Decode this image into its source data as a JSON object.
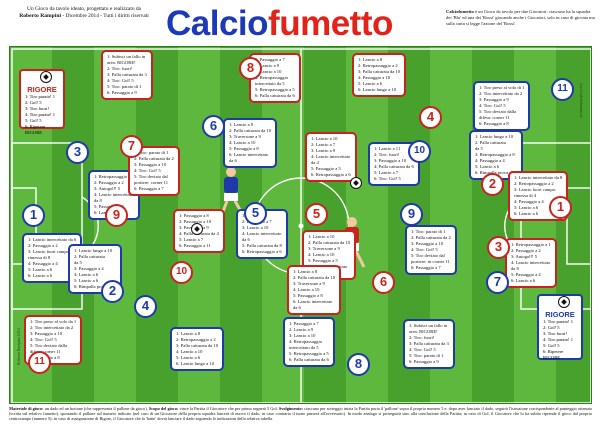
{
  "header": {
    "credit": [
      "Un Gioco da tavolo ideato, progettato e realizzato da",
      "Roberto Rampini",
      " - Dicembre 2014 - Tutti i diritti riservati"
    ],
    "logo_a": "Calcio",
    "logo_b": "fumetto",
    "desc": [
      "Calciofumetto",
      " è un Gioco da tavolo per due Giocatori: ciascuno ha la squadra dei 'Blu' ",
      "ed una dei 'Rossi' giocando anche i Giocatori, solo in caso di giocata ma sulla carta si legge l'azione del 'Rossi'."
    ]
  },
  "cards": [
    {
      "id": "r7",
      "color": "red",
      "lines": [
        "1: Subisci un fallo in",
        "area: RIGORE!",
        "2: Tiro: fuori!",
        "3: Palla catturata da 3",
        "4: Tiro: Gol! 5",
        "5: Tiro: parato di 1",
        "6: Passaggio a 9"
      ]
    },
    {
      "id": "r8",
      "color": "red",
      "lines": [
        "1: Passaggio a 7",
        "2: Lancio a 9",
        "3: Lancio a 10",
        "4: Retropassaggio",
        "intercettato da 5",
        "5: Retropassaggio a 5",
        "6: Palla catturata da 6"
      ]
    },
    {
      "id": "r4",
      "color": "red",
      "lines": [
        "1: Lancio a 8",
        "2: Retropassaggio a 2",
        "3: Palla catturata da 10",
        "4: Passaggio a 10",
        "5: Lancio a 6",
        "6: Lancio lungo a 10"
      ]
    },
    {
      "id": "b11",
      "color": "blue",
      "lines": [
        "1: Tiro preso al volo di 1",
        "2: Tiro intercettato da 2",
        "3: Passaggio a 9",
        "4: Tiro: Gol! 5",
        "5: Tiro deviato dalla",
        "difesa: corner 11",
        "6: Passaggio a 8"
      ]
    },
    {
      "id": "b6",
      "color": "blue",
      "lines": [
        "1: Lancio a 8",
        "2: Palla catturata da 10",
        "3: Traversone a 9",
        "4: Lancio a 10",
        "5: Passaggio a 8",
        "6: Lancio intercettato",
        "da 6"
      ]
    },
    {
      "id": "r5c",
      "color": "red",
      "lines": [
        "1: Lancio a 10",
        "2: Lancio a 7",
        "3: Lancio a 9",
        "4: Lancio intercettato",
        "da 4",
        "5: Passaggio a 5",
        "6: Retropassaggio a 6"
      ]
    },
    {
      "id": "b10",
      "color": "blue",
      "lines": [
        "1: Lancio a 11",
        "2: Tiro: fuori!",
        "3: Passaggio a 10",
        "4: Palla catturata da 6",
        "5: Lancio a 7",
        "6: Tiro: Gol! 5"
      ]
    },
    {
      "id": "b8c",
      "color": "blue",
      "lines": [
        "1: Lancio lungo a 10",
        "2: Palla catturata",
        "da 5",
        "3: Retropassaggio a 8",
        "4: Passaggio a 4",
        "5: Lancio a 6",
        "6: Rimpalla prova da 9"
      ]
    },
    {
      "id": "b3",
      "color": "blue",
      "lines": [
        "1: Retropassaggio a 1",
        "2: Passaggio a 2",
        "3: Autogol!! 5",
        "4: Lancio intercettato",
        "da 8",
        "5: Passaggio a 4",
        "6: Lancio a 6"
      ]
    },
    {
      "id": "r9",
      "color": "red",
      "lines": [
        "1: Tiro: parato di 1",
        "2: Palla catturata da 2",
        "3: Passaggio a 10",
        "4: Tiro: Gol! 5",
        "5: Tiro deviato dal",
        "portiere: corner 11",
        "6: Passaggio a 7"
      ]
    },
    {
      "id": "r2",
      "color": "red",
      "lines": [
        "1: Lancio intercettato da 8",
        "2: Retropassaggio a 2",
        "3: Lancio fuori campo:",
        "rimessa di 4",
        "4: Passaggio a 4",
        "5: Lancio a 6",
        "6: Lancio a 6"
      ]
    },
    {
      "id": "b1",
      "color": "blue",
      "lines": [
        "1: Lancio intercettato da 6",
        "2: Passaggio a 2",
        "3: Lancio fuori campo:",
        "rimessa di 8",
        "4: Passaggio a 4",
        "5: Lancio a 6",
        "6: Lancio a 6"
      ]
    },
    {
      "id": "b2",
      "color": "blue",
      "lines": [
        "1: Lancio lungo a 10",
        "2: Palla catturata",
        "da 5",
        "3: Passaggio a 4",
        "4: Lancio a 6",
        "5: Lancio a 6",
        "6: Rimpalla prova da 9"
      ]
    },
    {
      "id": "r10",
      "color": "red",
      "lines": [
        "1: Passaggio a 8",
        "2: Passaggio a 10",
        "3: Passaggio a 9",
        "4: Palla catturata da 4",
        "5: Lancio a 7",
        "6: Passaggio a 11"
      ]
    },
    {
      "id": "b5a",
      "color": "blue",
      "lines": [
        "1: Lancio a 8",
        "2: Passaggio a 7",
        "3: Lancio a 10",
        "4: Lancio intercettato",
        "da 6",
        "5: Palla catturata da 8",
        "6: Retropassaggio a 6"
      ]
    },
    {
      "id": "r5b",
      "color": "red",
      "lines": [
        "1: Lancio a 10",
        "2: Palla catturata da 10",
        "3: Traversone a 9",
        "4: Lancio a 10",
        "5: Passaggio a 5",
        "6: Lancio intercettato",
        "da 6"
      ]
    },
    {
      "id": "b9",
      "color": "blue",
      "lines": [
        "1: Tiro: parato di 1",
        "2: Palla catturata da 2",
        "3: Passaggio a 10",
        "4: Tiro: Gol! 5",
        "5: Tiro deviato dal",
        "portiere: in corner 11",
        "6: Passaggio a 7"
      ]
    },
    {
      "id": "r3",
      "color": "red",
      "lines": [
        "1: Retropassaggio a 1",
        "2: Passaggio a 2",
        "3: Autogol!! 5",
        "4: Lancio intercettato",
        "da 8",
        "5: Passaggio a 4",
        "6: Lancio a 6"
      ]
    },
    {
      "id": "r11",
      "color": "red",
      "lines": [
        "1: Tiro preso al volo da 1",
        "2: Tiro intercettato da 2",
        "3: Passaggio a 10",
        "4: Tiro: Gol! 5",
        "5: Tiro deviato dalla",
        "difesa: corner 11",
        "6: Passaggio a 8"
      ]
    },
    {
      "id": "b4",
      "color": "blue",
      "lines": [
        "1: Lancio a 8",
        "2: Retropassaggio a 2",
        "3: Palla catturata da 10",
        "4: Lancio a 10",
        "5: Lancio a 6",
        "6: Lancio lungo a 10"
      ]
    },
    {
      "id": "b8b",
      "color": "blue",
      "lines": [
        "1: Passaggio a 7",
        "2: Lancio a 9",
        "3: Lancio a 10",
        "4: Retropassaggio",
        "intercettato da 5",
        "5: Retropassaggio a 5",
        "6: Palla catturata da 6"
      ]
    },
    {
      "id": "r6",
      "color": "red",
      "lines": [
        "1: Lancio a 8",
        "2: Palla catturata da 10",
        "3: Traversone a 9",
        "4: Lancio a 10",
        "5: Passaggio a 8",
        "6: Lancio intercettato",
        "da 6"
      ]
    },
    {
      "id": "b7",
      "color": "blue",
      "lines": [
        "1: Subisci un fallo in",
        "area: RIGORE!",
        "2: Tiro: fuori!",
        "3: Palla catturata da 3",
        "4: Tiro: Gol! 5",
        "5: Tiro: parato di 1",
        "6: Passaggio a 9"
      ]
    }
  ],
  "numbers": [
    {
      "id": "n7",
      "t": "7",
      "c": "red"
    },
    {
      "id": "n8",
      "t": "8",
      "c": "red"
    },
    {
      "id": "n4",
      "t": "4",
      "c": "red"
    },
    {
      "id": "n11b",
      "t": "11",
      "c": "blue"
    },
    {
      "id": "n6",
      "t": "6",
      "c": "blue"
    },
    {
      "id": "n10b",
      "t": "10",
      "c": "blue"
    },
    {
      "id": "n3b",
      "t": "3",
      "c": "blue"
    },
    {
      "id": "n2r",
      "t": "2",
      "c": "red"
    },
    {
      "id": "n9r",
      "t": "9",
      "c": "red"
    },
    {
      "id": "n1b",
      "t": "1",
      "c": "blue"
    },
    {
      "id": "n5b",
      "t": "5",
      "c": "blue"
    },
    {
      "id": "n5r",
      "t": "5",
      "c": "red"
    },
    {
      "id": "n1r",
      "t": "1",
      "c": "red"
    },
    {
      "id": "n9b",
      "t": "9",
      "c": "blue"
    },
    {
      "id": "n2b",
      "t": "2",
      "c": "blue"
    },
    {
      "id": "n10r",
      "t": "10",
      "c": "red"
    },
    {
      "id": "n3r",
      "t": "3",
      "c": "red"
    },
    {
      "id": "n4b",
      "t": "4",
      "c": "blue"
    },
    {
      "id": "n7b",
      "t": "7",
      "c": "blue"
    },
    {
      "id": "n6r",
      "t": "6",
      "c": "red"
    },
    {
      "id": "n8b",
      "t": "8",
      "c": "blue"
    },
    {
      "id": "n11r",
      "t": "11",
      "c": "red"
    }
  ],
  "rigore_left": {
    "title": "RIGORE",
    "lines": [
      "1: Tiro parato! 1",
      "2: Gol! 5",
      "3: Tiro fuori!",
      "4: Tiro parato! 1",
      "5: Gol! 5",
      "6: Ripetere RIGORE"
    ]
  },
  "rigore_right": {
    "title": "RIGORE",
    "lines": [
      "1: Tiro parato! 1",
      "2: Gol! 5",
      "3: Tiro fuori!",
      "4: Tiro parato! 1",
      "5: Gol! 5",
      "6: Ripetere RIGORE"
    ]
  },
  "side_left": "Roberto Rampini 2014",
  "side_right": "www.calciofumetto.it",
  "footer": [
    "Materiale di gioco:",
    " un dado ed un bottone (che rappresenta il pallone da gioco). ",
    "Scopo del gioco:",
    " vince la Partita il Giocatore che per primo segnerà 5 Gol. ",
    "Svolgimento:",
    " ciascuno per sorteggio inizia la Partita porta il 'pallone' sopra il proprio numero 5 e, dopo aver lanciato il dado, seguirà l'istruzione corrispondente al punteggio ottenuto (scritta sul relativo fumetto), spostando il pallone sul numero indicato (nel caso di un Giocatore della propria squadra lancerà di nuovo il dado, in caso contrario il turno passerà all'avversario). In modo analogo si proseguirà sino alla conclusione della Partita; in caso di Gol, il Giocatore che lo ha subito riprende il gioco dal proprio centrocampo (numero 5); in caso di assegnazione di Rigore, il Giocatore che lo 'batte' dovrà lanciare il dado seguendo le indicazioni della relativa tabella."
  ]
}
